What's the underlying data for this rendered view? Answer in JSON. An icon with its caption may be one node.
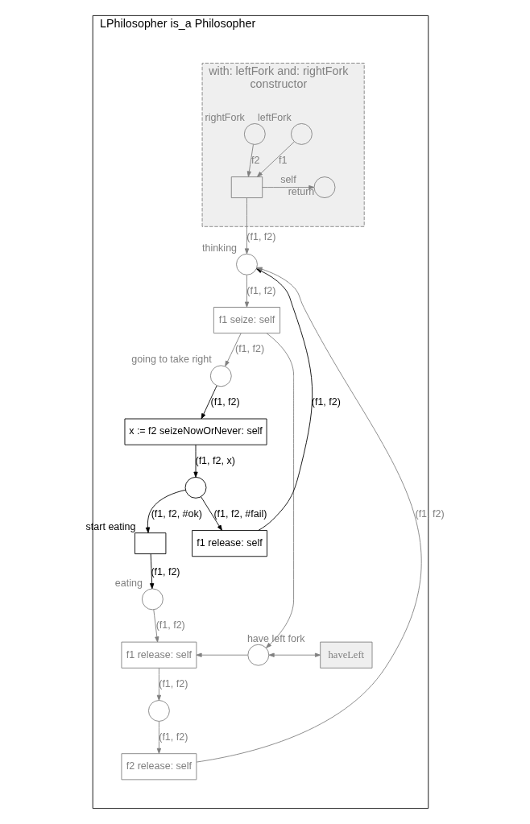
{
  "diagram": {
    "nodes": [
      {
        "text": [
          "LPhilosopher is_a Philosopher"
        ]
      },
      {
        "text": [
          "with: leftFork and: rightFork",
          "constructor"
        ],
        "in": 0
      },
      {
        "text": [],
        "shape": "circle",
        "beside": [
          "leftFork"
        ],
        "in": 1
      },
      {
        "text": [],
        "shape": "circle",
        "beside": [
          "rightFork"
        ],
        "in": 1
      },
      {
        "text": [],
        "shape": "box",
        "in": 1
      },
      {
        "text": [],
        "shape": "circle",
        "beside": [
          "return"
        ],
        "in": 1
      },
      {
        "text": [],
        "shape": "circle",
        "beside": [
          "thinking"
        ],
        "in": 0
      },
      {
        "text": [
          "f1 seize: self"
        ],
        "in": 0
      },
      {
        "text": [],
        "shape": "circle",
        "beside": [
          "going to take right"
        ],
        "in": 0
      },
      {
        "text": [
          "x := f2 seizeNowOrNever: self"
        ],
        "in": 0
      },
      {
        "text": [],
        "shape": "circle",
        "in": 0
      },
      {
        "text": [],
        "shape": "box",
        "beside": [
          "start eating"
        ],
        "in": 0
      },
      {
        "text": [
          "f1 release: self"
        ],
        "in": 0
      },
      {
        "text": [],
        "shape": "circle",
        "beside": [
          "eating"
        ],
        "in": 0
      },
      {
        "text": [
          "f1 release: self"
        ],
        "in": 0
      },
      {
        "text": [],
        "shape": "circle",
        "in": 0
      },
      {
        "text": [
          "f2 release: self"
        ],
        "in": 0
      },
      {
        "text": [],
        "shape": "circle",
        "beside": [
          "have left fork"
        ],
        "in": 0
      },
      {
        "text": [
          "haveLeft"
        ],
        "in": 0
      }
    ],
    "edges": [
      {
        "from": 2,
        "to": 4,
        "arrow": "to",
        "label": "f1"
      },
      {
        "from": 3,
        "to": 4,
        "arrow": "to",
        "label": "f2"
      },
      {
        "from": 4,
        "to": 5,
        "arrow": "to",
        "label": "self"
      },
      {
        "from": 4,
        "to": 6,
        "arrow": "to",
        "label": "(f1, f2)"
      },
      {
        "from": 6,
        "to": 7,
        "arrow": "to",
        "label": "(f1, f2)"
      },
      {
        "from": 7,
        "to": 8,
        "arrow": "to",
        "label": "(f1, f2)"
      },
      {
        "from": 8,
        "to": 9,
        "arrow": "to",
        "label": "(f1, f2)",
        "color": "#000000"
      },
      {
        "from": 9,
        "to": 10,
        "arrow": "to",
        "label": "(f1, f2, x)",
        "color": "#000000"
      },
      {
        "from": 10,
        "to": 11,
        "arrow": "to",
        "label": "(f1, f2, #ok)",
        "color": "#000000"
      },
      {
        "from": 10,
        "to": 12,
        "arrow": "to",
        "label": "(f1, f2, #fail)",
        "color": "#000000"
      },
      {
        "from": 12,
        "to": 6,
        "arrow": "to",
        "label": "(f1, f2)",
        "color": "#000000"
      },
      {
        "from": 11,
        "to": 13,
        "arrow": "to",
        "label": "(f1, f2)",
        "color": "#000000"
      },
      {
        "from": 13,
        "to": 14,
        "arrow": "to",
        "label": "(f1, f2)"
      },
      {
        "from": 14,
        "to": 15,
        "arrow": "to",
        "label": "(f1, f2)"
      },
      {
        "from": 15,
        "to": 16,
        "arrow": "to",
        "label": "(f1, f2)"
      },
      {
        "from": 16,
        "to": 6,
        "arrow": "to",
        "label": "(f1, f2)"
      },
      {
        "from": 7,
        "to": 17,
        "arrow": "to"
      },
      {
        "from": 17,
        "to": 14,
        "arrow": "to"
      },
      {
        "from": 17,
        "to": 18,
        "arrow": "both"
      }
    ]
  }
}
